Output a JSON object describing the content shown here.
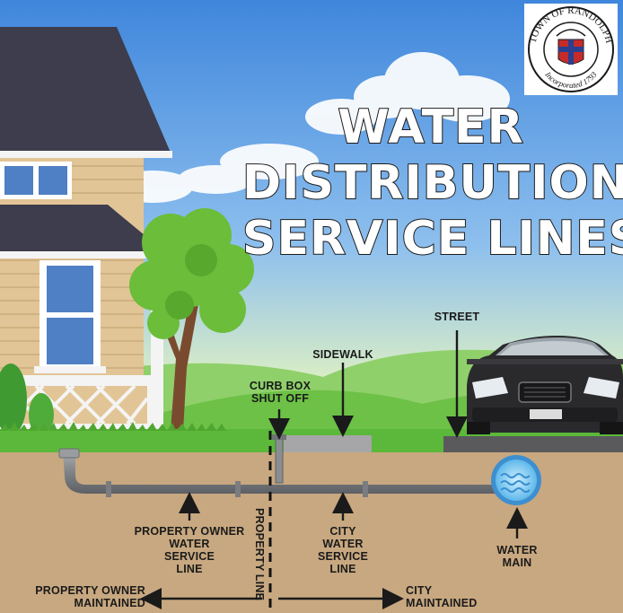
{
  "title": {
    "line1": "WATER",
    "line2": "DISTRIBUTION",
    "line3": "SERVICE LINES"
  },
  "seal": {
    "top_text": "TOWN OF RANDOLPH",
    "bottom_text": "Incorporated 1793"
  },
  "labels": {
    "street": "STREET",
    "sidewalk": "SIDEWALK",
    "curb_box_line1": "CURB BOX",
    "curb_box_line2": "SHUT OFF",
    "property_line": "PROPERTY LINE",
    "owner_line": [
      "PROPERTY OWNER",
      "WATER",
      "SERVICE",
      "LINE"
    ],
    "city_line": [
      "CITY",
      "WATER",
      "SERVICE",
      "LINE"
    ],
    "water_main": [
      "WATER",
      "MAIN"
    ],
    "owner_maintained": [
      "PROPERTY OWNER",
      "MAINTAINED"
    ],
    "city_maintained": [
      "CITY",
      "MAINTAINED"
    ]
  },
  "colors": {
    "sky_top": "#4a8fe0",
    "sky_bottom": "#d9ebc8",
    "grass": "#5cb83a",
    "soil": "#c9aa82",
    "pipe": "#8a8d91",
    "house_siding": "#e3c89c",
    "roof": "#3f3f4f",
    "car": "#2b2b2e"
  },
  "icons": [
    "house",
    "tree",
    "car",
    "pipe",
    "water-main",
    "arrow"
  ]
}
